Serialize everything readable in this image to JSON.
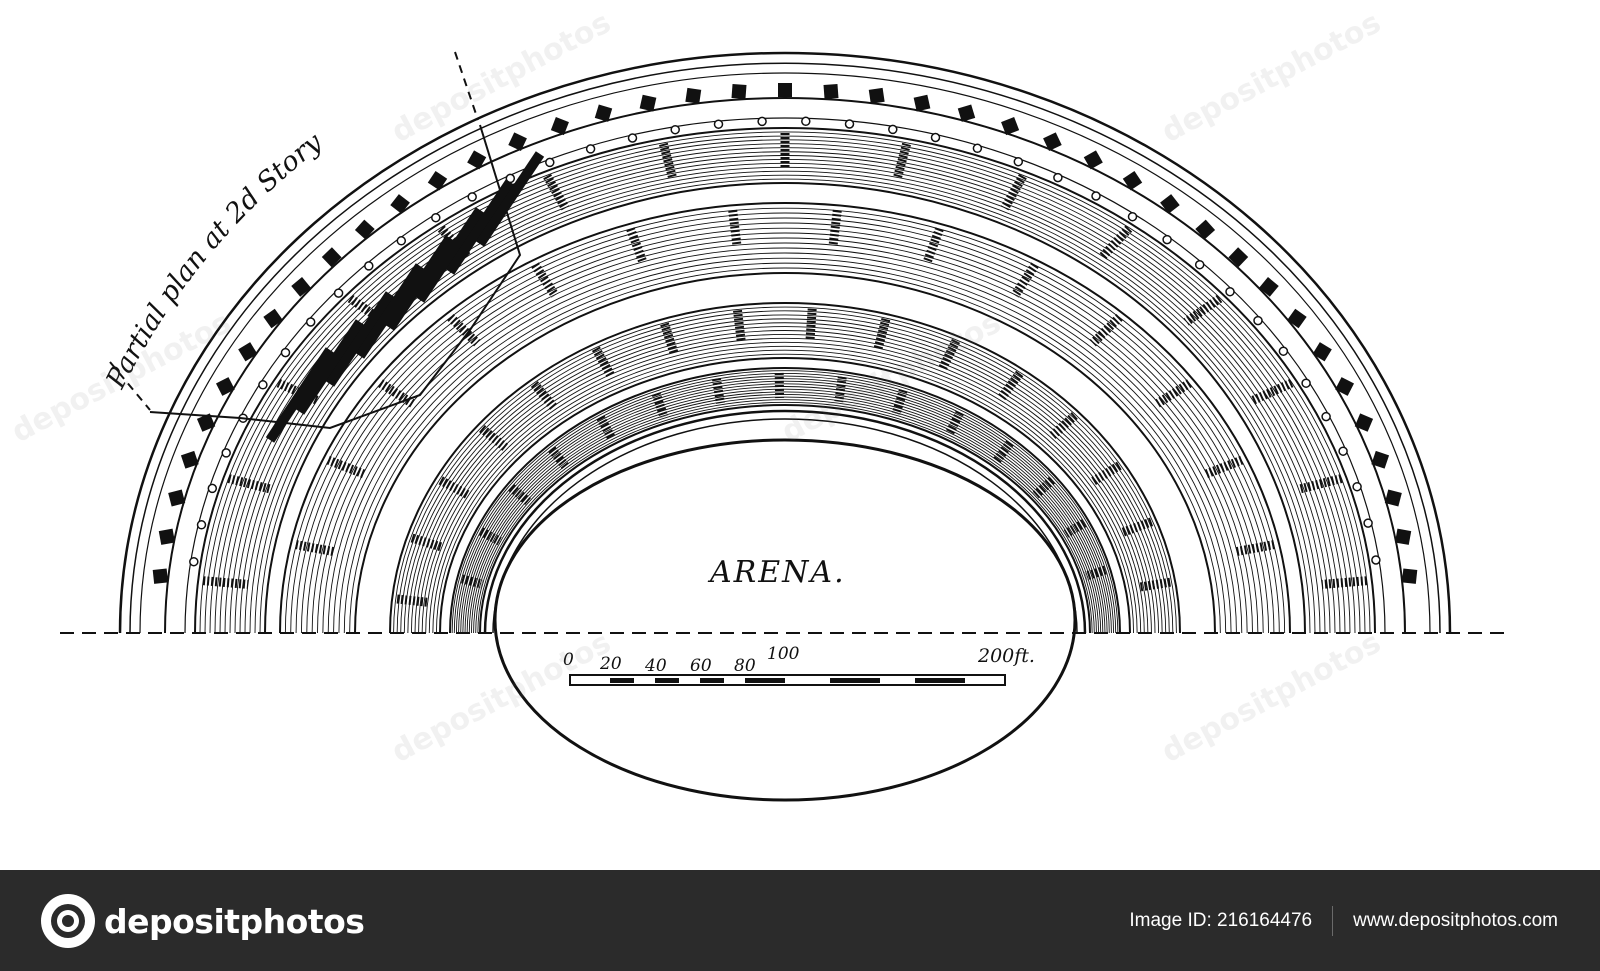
{
  "diagram": {
    "arena_label": "ARENA.",
    "partial_plan_label": "Partial plan at 2d Story",
    "scale_ticks": [
      "0",
      "20",
      "40",
      "60",
      "80",
      "100",
      "200ft."
    ]
  },
  "watermark": {
    "text": "depositphotos"
  },
  "footer": {
    "logo_text": "depositphotos",
    "image_id": "Image ID: 216164476",
    "site_url": "www.depositphotos.com"
  },
  "colors": {
    "ink": "#111111",
    "footer_bg": "#2b2b2b",
    "footer_text": "#ffffff"
  }
}
